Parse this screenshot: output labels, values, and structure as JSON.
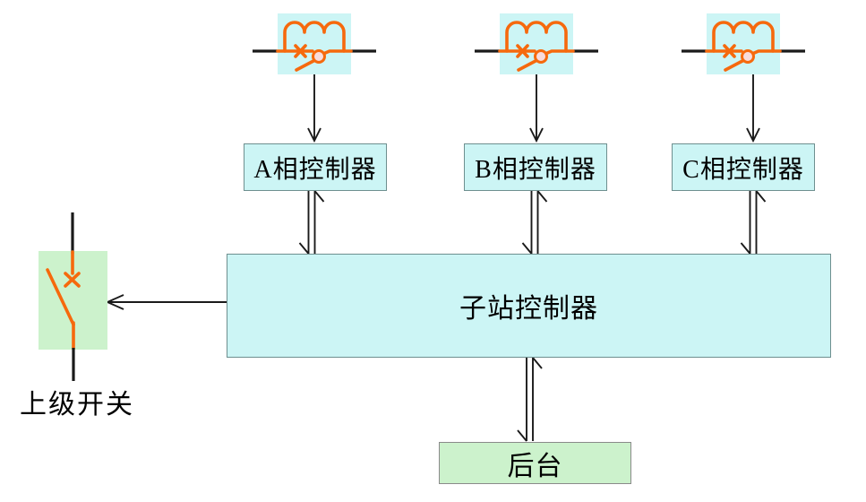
{
  "nodes": {
    "phase_controllers": [
      {
        "label": "A相控制器"
      },
      {
        "label": "B相控制器"
      },
      {
        "label": "C相控制器"
      }
    ],
    "substation_controller": {
      "label": "子站控制器"
    },
    "backend": {
      "label": "后台"
    },
    "upper_switch": {
      "label": "上级开关"
    }
  },
  "icons": {
    "phase_symbol": "arc-suppression-coil-with-switch-icon",
    "upper_switch_symbol": "open-breaker-switch-icon"
  },
  "connections": [
    {
      "from": "phase-symbol-a",
      "to": "controller-a",
      "type": "single-arrow-down"
    },
    {
      "from": "phase-symbol-b",
      "to": "controller-b",
      "type": "single-arrow-down"
    },
    {
      "from": "phase-symbol-c",
      "to": "controller-c",
      "type": "single-arrow-down"
    },
    {
      "from": "controller-a",
      "to": "substation-controller",
      "type": "double-line-bidirectional"
    },
    {
      "from": "controller-b",
      "to": "substation-controller",
      "type": "double-line-bidirectional"
    },
    {
      "from": "controller-c",
      "to": "substation-controller",
      "type": "double-line-bidirectional"
    },
    {
      "from": "substation-controller",
      "to": "upper-switch",
      "type": "single-arrow-left"
    },
    {
      "from": "substation-controller",
      "to": "backend",
      "type": "double-line-bidirectional"
    }
  ],
  "colors": {
    "box_cyan": "#ccf5f5",
    "box_green": "#ccf2cc",
    "symbol_orange": "#f6690d",
    "circle_pink": "#f8dcdc",
    "line_black": "#1a1a1a",
    "border_teal": "#6e8f8f",
    "border_gray": "#8a8a8a",
    "background": "#ffffff"
  }
}
